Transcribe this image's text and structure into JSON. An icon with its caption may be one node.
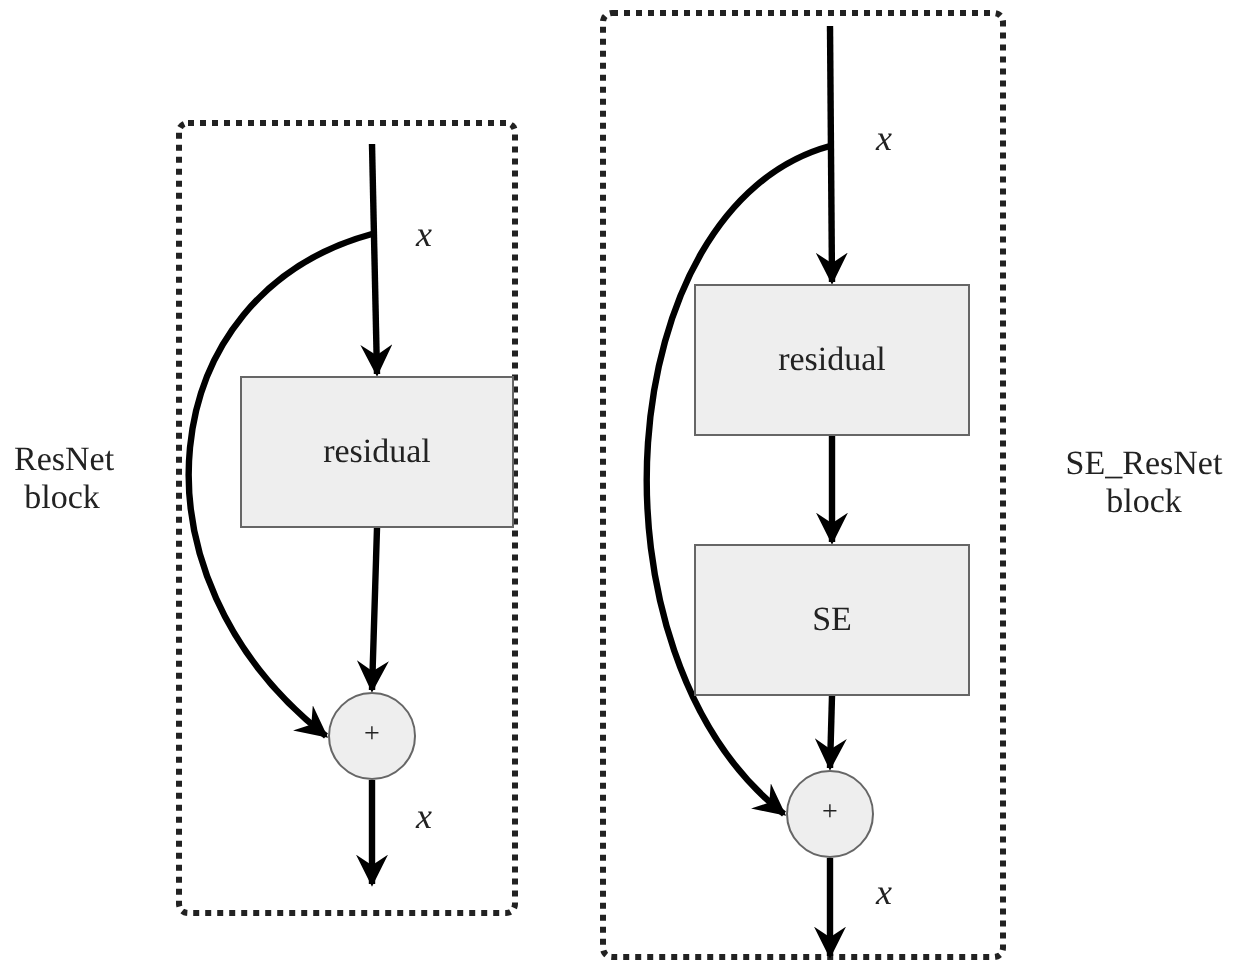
{
  "diagram": {
    "nodes": [
      {
        "text": [
          "ResNet block"
        ]
      },
      {
        "text": [
          "residual"
        ],
        "in": 0
      },
      {
        "text": [
          "+"
        ],
        "in": 0
      },
      {
        "text": [
          "SE_ResNet block"
        ]
      },
      {
        "text": [
          "residual"
        ],
        "in": 3
      },
      {
        "text": [
          "SE"
        ],
        "in": 3
      },
      {
        "text": [
          "+"
        ],
        "in": 3
      }
    ],
    "edges": [
      {
        "from": null,
        "to": 1,
        "arrow": "to",
        "label": "x"
      },
      {
        "from": null,
        "to": 2,
        "arrow": "to"
      },
      {
        "from": 1,
        "to": 2,
        "arrow": "to"
      },
      {
        "from": 2,
        "to": null,
        "arrow": "to",
        "label": "x"
      },
      {
        "from": null,
        "to": 4,
        "arrow": "to",
        "label": "x"
      },
      {
        "from": null,
        "to": 6,
        "arrow": "to"
      },
      {
        "from": 4,
        "to": 5,
        "arrow": "to"
      },
      {
        "from": 5,
        "to": 6,
        "arrow": "to"
      },
      {
        "from": 6,
        "to": null,
        "arrow": "to",
        "label": "x"
      }
    ]
  }
}
